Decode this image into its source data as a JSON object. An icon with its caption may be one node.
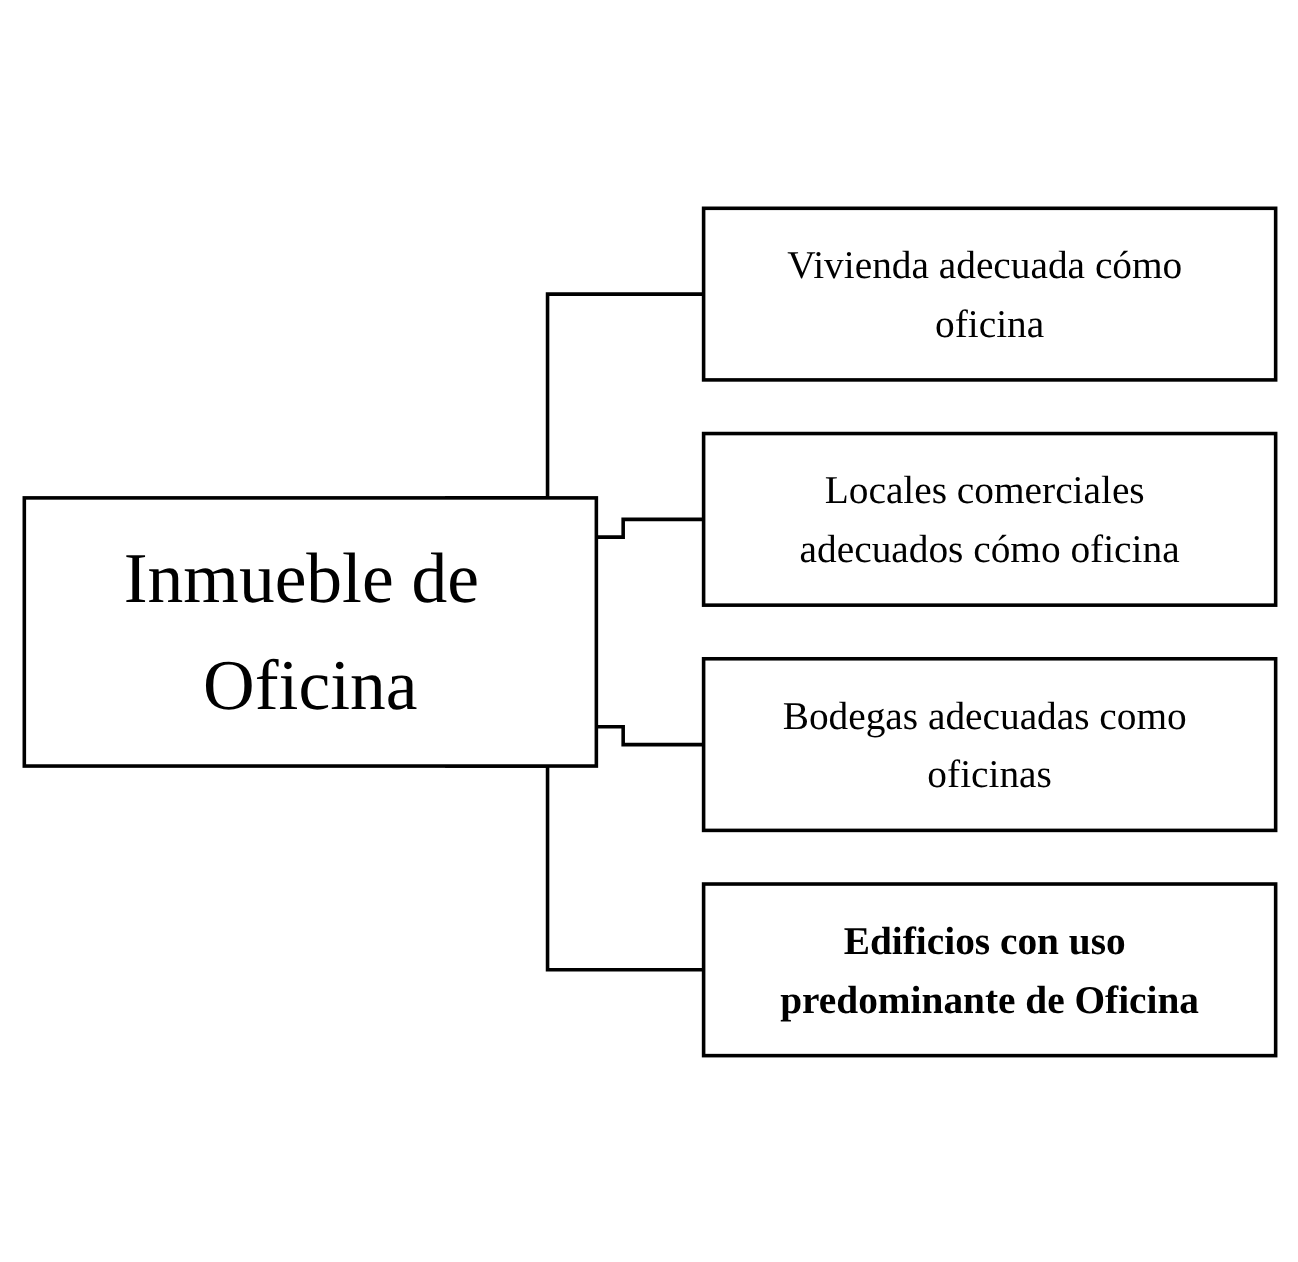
{
  "diagram": {
    "nodes": [
      {
        "text": [
          "Inmueble de Oficina"
        ]
      },
      {
        "text": [
          "Vivienda adecuada cómo oficina"
        ]
      },
      {
        "text": [
          "Locales comerciales adecuados cómo oficina"
        ]
      },
      {
        "text": [
          "Bodegas adecuadas como oficinas"
        ]
      },
      {
        "text": [
          "Edificios con uso predominante de Oficina"
        ]
      }
    ],
    "edges": [
      {
        "from": 0,
        "to": 1,
        "arrow": "none"
      },
      {
        "from": 0,
        "to": 2,
        "arrow": "none"
      },
      {
        "from": 0,
        "to": 3,
        "arrow": "none"
      },
      {
        "from": 0,
        "to": 4,
        "arrow": "none"
      }
    ]
  }
}
